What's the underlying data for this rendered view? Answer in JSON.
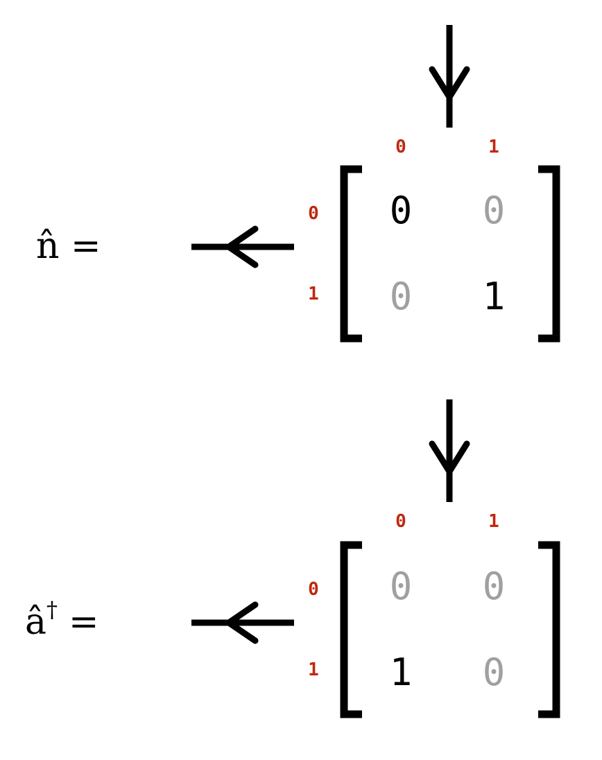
{
  "colors": {
    "index_label": "#c0280f",
    "nonzero_entry": "#000000",
    "zero_entry": "#a0a0a0",
    "stroke": "#000000"
  },
  "matrices": [
    {
      "name": "number-operator",
      "lhs": "n̂ =",
      "col_labels": [
        "0",
        "1"
      ],
      "row_labels": [
        "0",
        "1"
      ],
      "entries": [
        [
          "0",
          "0"
        ],
        [
          "0",
          "1"
        ]
      ],
      "highlight": [
        [
          true,
          false
        ],
        [
          false,
          true
        ]
      ]
    },
    {
      "name": "creation-operator",
      "lhs_base": "â",
      "lhs_sup": "†",
      "lhs_eq": "=",
      "col_labels": [
        "0",
        "1"
      ],
      "row_labels": [
        "0",
        "1"
      ],
      "entries": [
        [
          "0",
          "0"
        ],
        [
          "1",
          "0"
        ]
      ],
      "highlight": [
        [
          false,
          false
        ],
        [
          true,
          false
        ]
      ]
    }
  ]
}
